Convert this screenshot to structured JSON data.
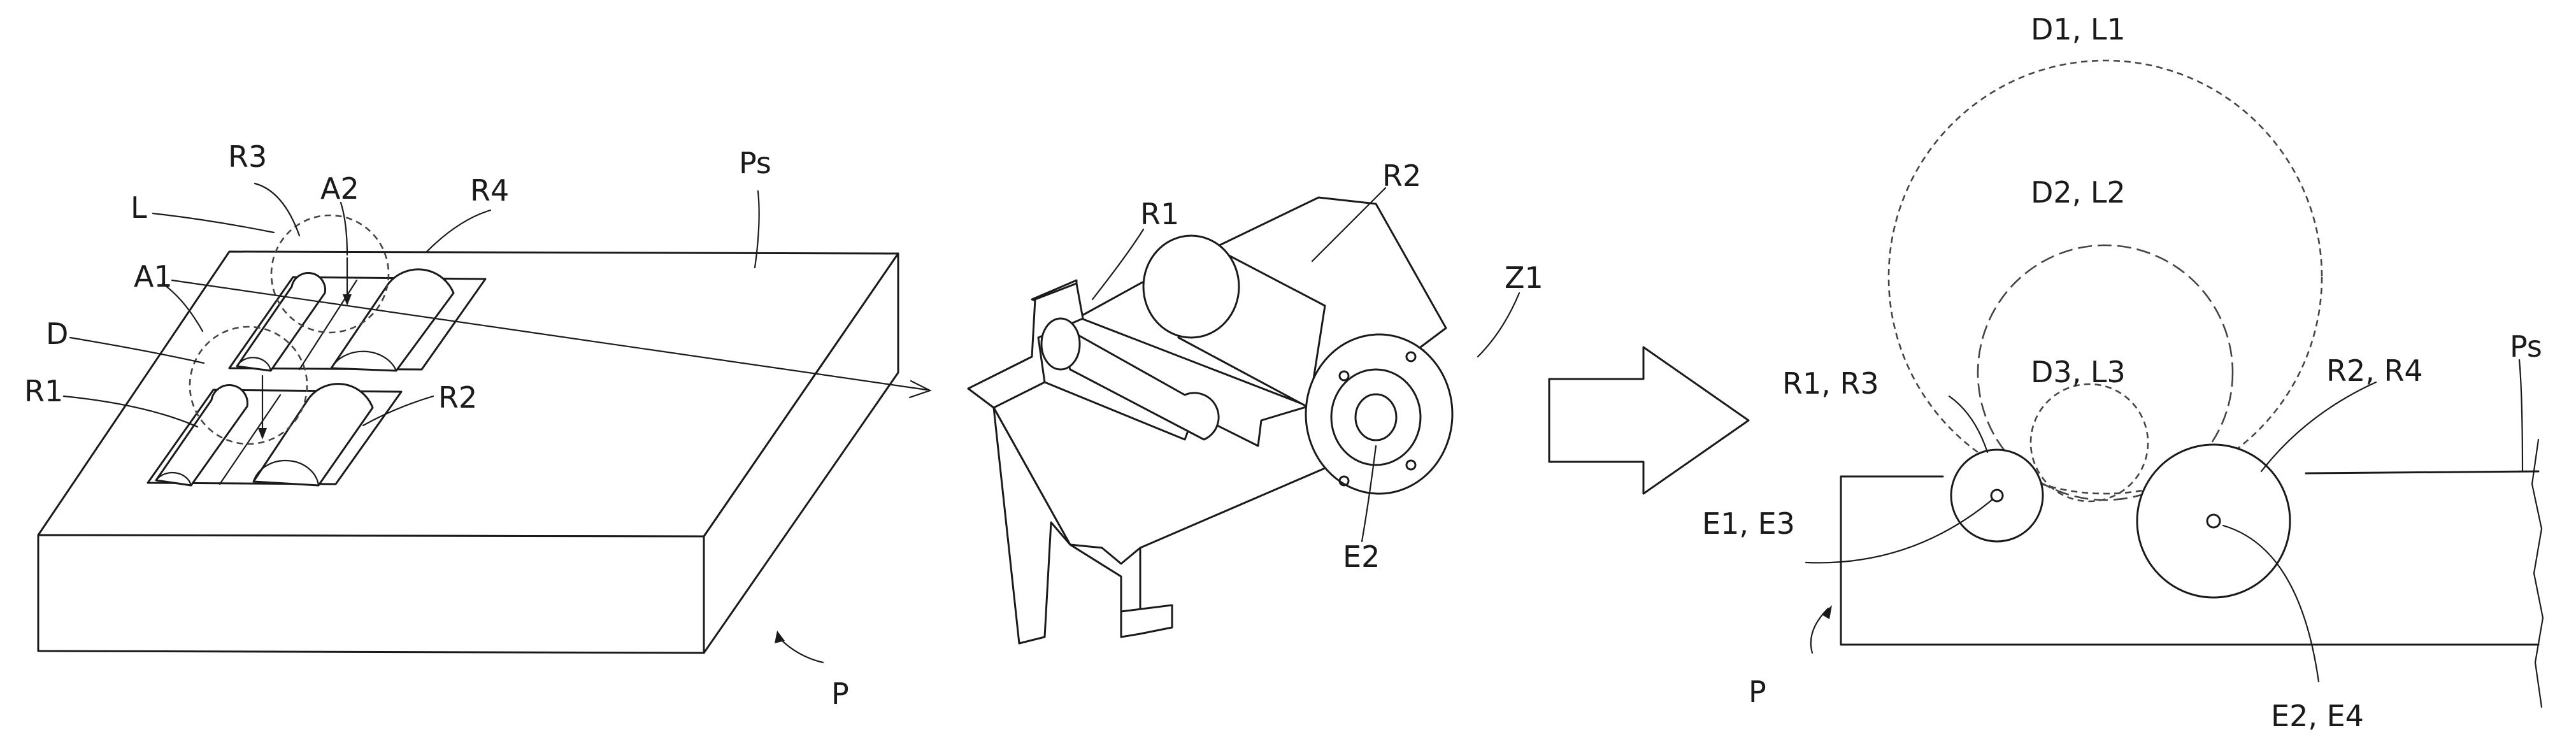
{
  "left_view": {
    "labels": {
      "R3": "R3",
      "A2": "A2",
      "R4": "R4",
      "L": "L",
      "Ps": "Ps",
      "A1": "A1",
      "D": "D",
      "R1": "R1",
      "R2": "R2",
      "P": "P"
    }
  },
  "middle_view": {
    "labels": {
      "R1": "R1",
      "R2": "R2",
      "Z1": "Z1",
      "E2": "E2"
    }
  },
  "right_view": {
    "labels": {
      "D1L1": "D1, L1",
      "D2L2": "D2, L2",
      "D3L3": "D3, L3",
      "R1R3": "R1, R3",
      "R2R4": "R2, R4",
      "Ps": "Ps",
      "E1E3": "E1, E3",
      "E2E4": "E2, E4",
      "P": "P"
    }
  }
}
